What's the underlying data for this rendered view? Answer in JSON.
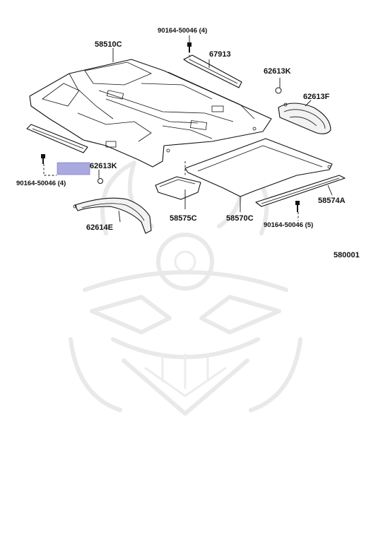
{
  "diagram": {
    "labels": {
      "bolt_top": "90164-50046 (4)",
      "carpet_front": "58510C",
      "panel_67913": "67913",
      "clip_right": "62613K",
      "silencer_right": "62613F",
      "clip_left": "62613K",
      "bolt_left": "90164-50046 (4)",
      "silencer_left": "62614E",
      "mat_small": "58575C",
      "carpet_rear": "58570C",
      "plate_rear": "58574A",
      "bolt_rear": "90164-50046 (5)",
      "figure_code": "580001"
    },
    "highlight_color": "#a9a9e0"
  }
}
